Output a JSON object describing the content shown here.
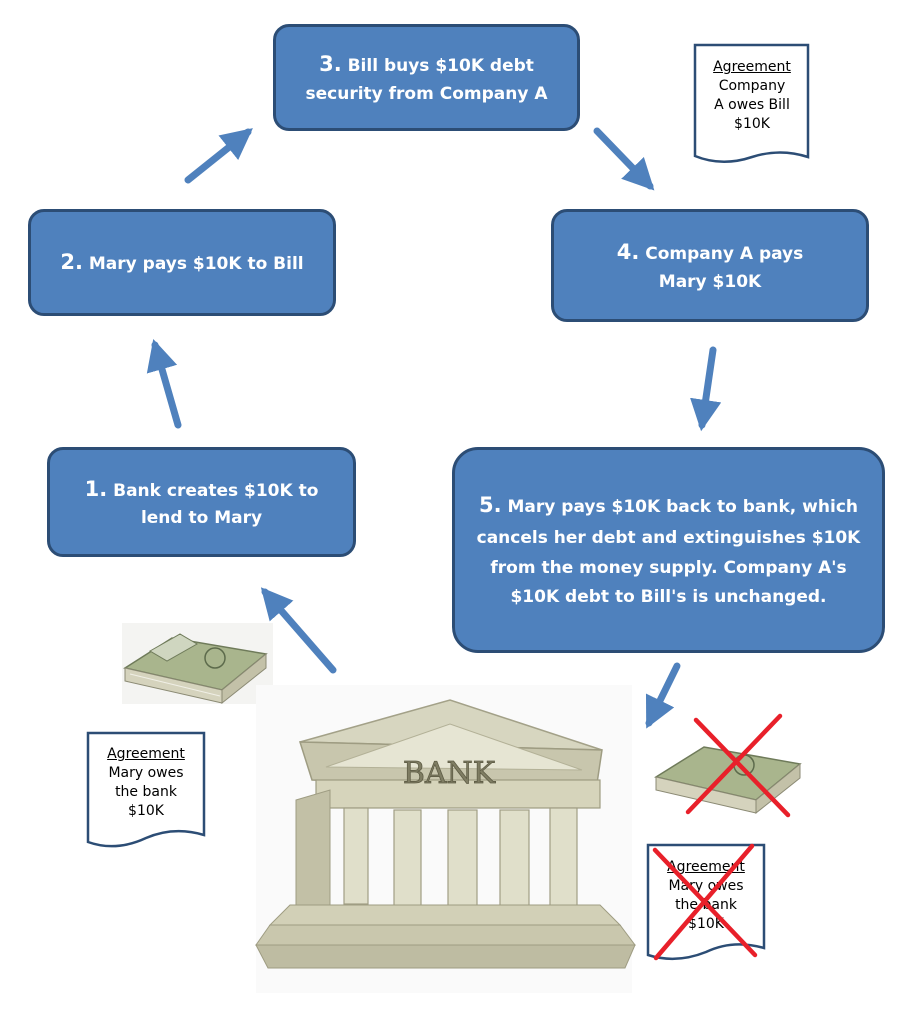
{
  "steps": [
    {
      "num": "1.",
      "text": "Bank creates $10K to lend to Mary"
    },
    {
      "num": "2.",
      "text": "Mary pays $10K to Bill"
    },
    {
      "num": "3.",
      "text": "Bill buys $10K debt security from Company A"
    },
    {
      "num": "4.",
      "text": "Company A pays Mary $10K"
    },
    {
      "num": "5.",
      "text": "Mary pays $10K back to bank, which  cancels her debt and extinguishes $10K from the money supply. Company A's $10K debt to Bill's is unchanged."
    }
  ],
  "documents": {
    "company_agreement": {
      "title": "Agreement",
      "lines": [
        "Company",
        "A owes Bill",
        "$10K"
      ]
    },
    "mary_agreement": {
      "title": "Agreement",
      "lines": [
        "Mary owes",
        "the bank",
        "$10K"
      ]
    },
    "cancelled_agreement": {
      "title": "Agreement",
      "lines": [
        "Mary owes",
        "the bank",
        "$10K"
      ]
    }
  },
  "bank_sign": "BANK",
  "colors": {
    "box_fill": "#4f81bd",
    "box_border": "#2c4d75",
    "arrow": "#4f81bd",
    "cross": "#e8202a"
  }
}
